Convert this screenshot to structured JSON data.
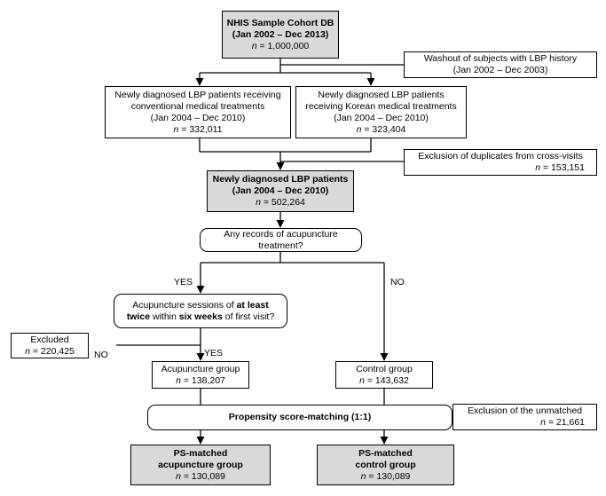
{
  "cohort": {
    "title": "NHIS Sample Cohort DB",
    "period": "(Jan 2002 – Dec 2013)",
    "n": "= 1,000,000"
  },
  "washout": {
    "line1": "Washout of subjects with LBP history",
    "line2": "(Jan 2002 – Dec 2003)"
  },
  "conventional": {
    "line1": "Newly diagnosed LBP patients receiving",
    "line2": "conventional medical treatments",
    "period": "(Jan 2004 – Dec 2010)",
    "n": "= 332,011"
  },
  "korean": {
    "line1": "Newly diagnosed LBP patients",
    "line2": "receiving Korean medical treatments",
    "period": "(Jan 2004 – Dec 2010)",
    "n": "= 323,404"
  },
  "duplicates": {
    "line1": "Exclusion of duplicates from cross-visits",
    "n": "= 153,151"
  },
  "newly": {
    "title": "Newly diagnosed LBP patients",
    "period": "(Jan 2004 – Dec 2010)",
    "n": "= 502,264"
  },
  "question": "Any records of acupuncture treatment?",
  "sessions": {
    "p1": "Acupuncture sessions of ",
    "b1": "at least",
    "b2": "twice",
    "p2": " within ",
    "b3": "six weeks",
    "p3": " of first visit?"
  },
  "excluded": {
    "label": "Excluded",
    "n": "= 220,425"
  },
  "acu_group": {
    "label": "Acupuncture group",
    "n": "= 138,207"
  },
  "control_group": {
    "label": "Control group",
    "n": "= 143,632"
  },
  "psm": "Propensity score-matching (1:1)",
  "unmatched": {
    "label": "Exclusion of the unmatched",
    "n": "= 21,661"
  },
  "ps_acu": {
    "line1": "PS-matched",
    "line2": "acupuncture group",
    "n": "= 130,089"
  },
  "ps_control": {
    "line1": "PS-matched",
    "line2": "control group",
    "n": "= 130,089"
  },
  "labels": {
    "yes": "YES",
    "no": "NO",
    "n_letter": "n"
  }
}
